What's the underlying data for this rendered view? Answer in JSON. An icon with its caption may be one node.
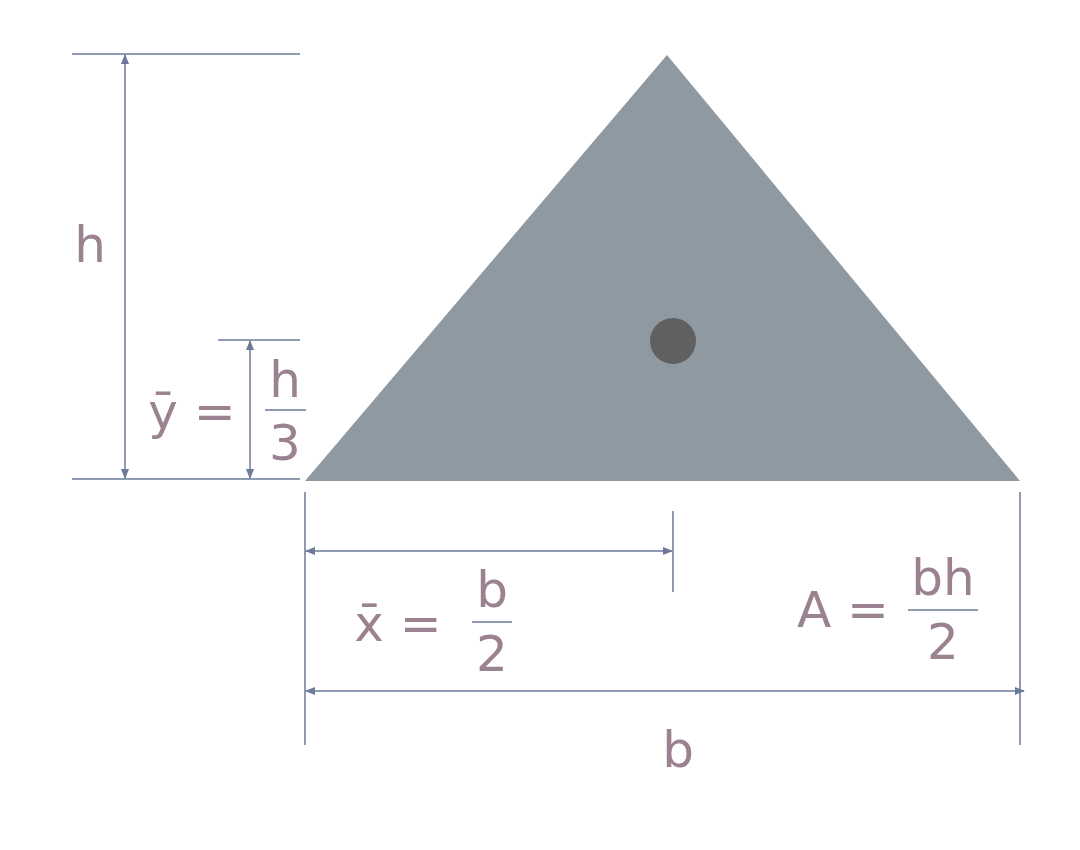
{
  "diagram": {
    "labels": [
      "h",
      "ȳ =",
      "h",
      "3",
      "x̄ =",
      "b",
      "2",
      "A =",
      "bh",
      "2",
      "b"
    ]
  }
}
